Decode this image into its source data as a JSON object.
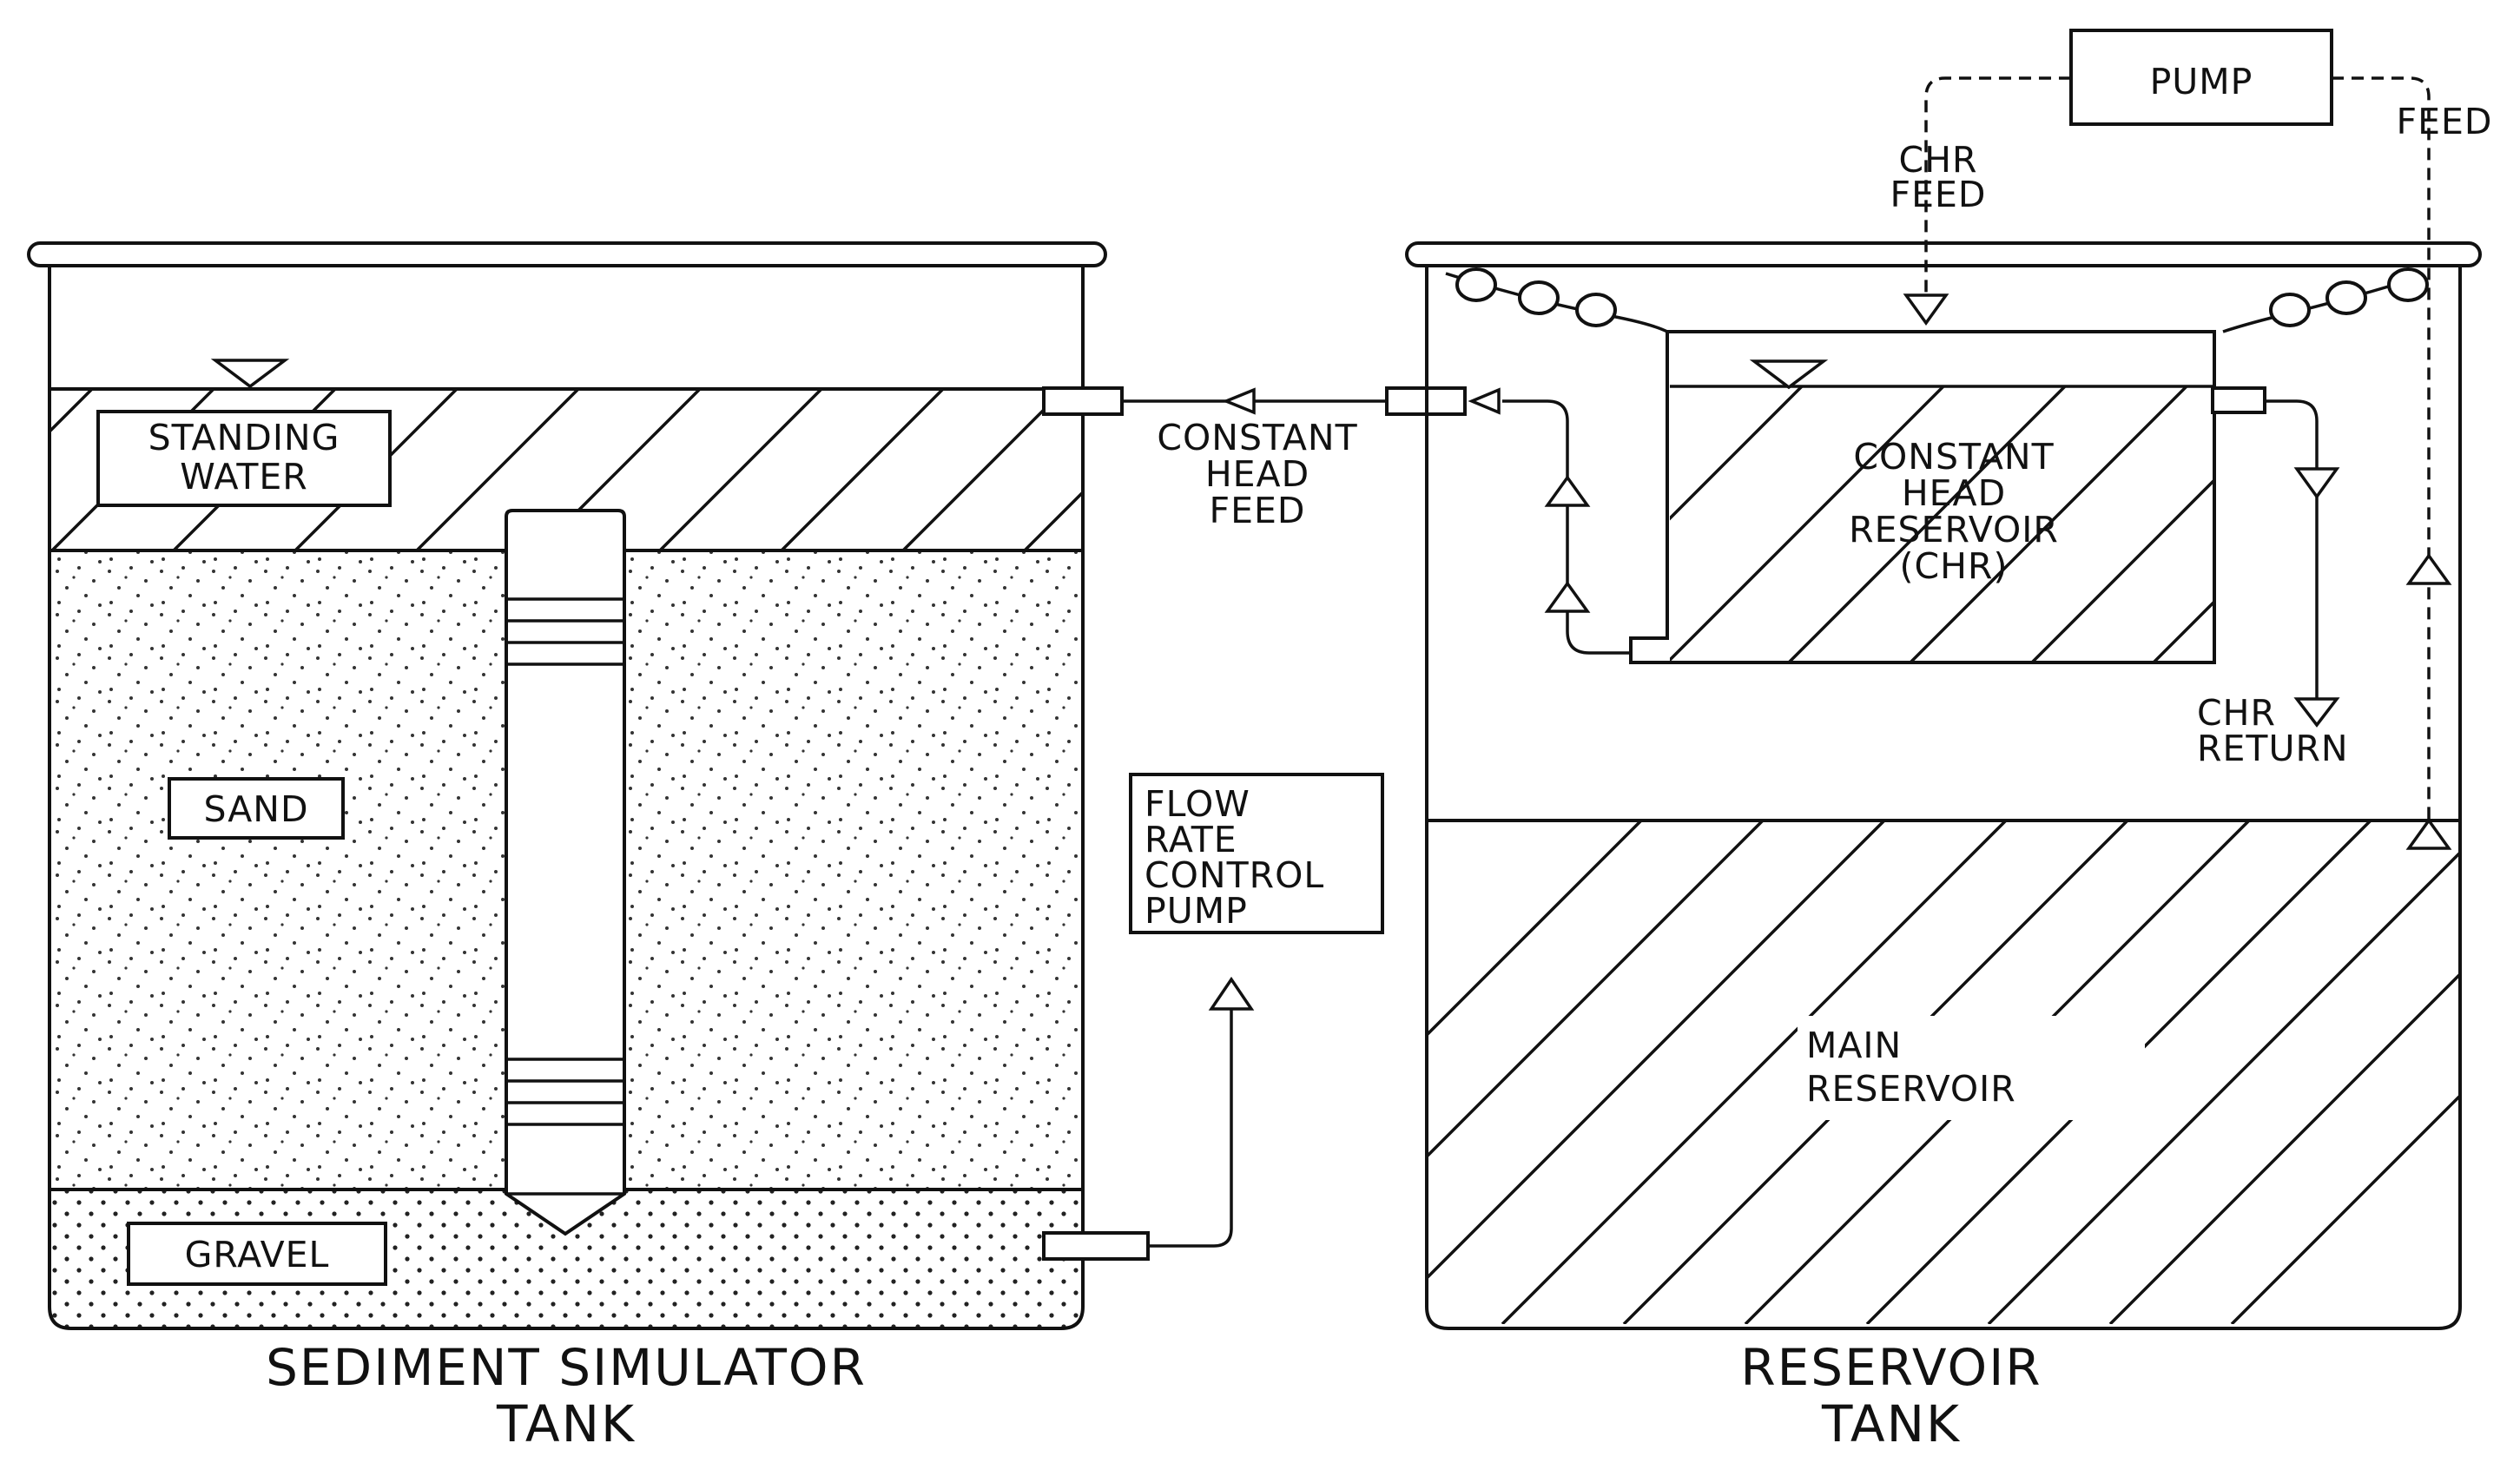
{
  "labels": {
    "standing_water": [
      "STANDING",
      "WATER"
    ],
    "sand": "SAND",
    "gravel": "GRAVEL",
    "constant_head_feed": [
      "CONSTANT",
      "HEAD",
      "FEED"
    ],
    "flow_rate_control_pump": [
      "FLOW",
      "RATE",
      "CONTROL",
      "PUMP"
    ],
    "pump": "PUMP",
    "chr_feed": [
      "CHR",
      "FEED"
    ],
    "feed": "FEED",
    "constant_head_reservoir": [
      "CONSTANT",
      "HEAD",
      "RESERVOIR",
      "(CHR)"
    ],
    "chr_return": [
      "CHR",
      "RETURN"
    ],
    "main_reservoir": [
      "MAIN",
      "RESERVOIR"
    ],
    "sediment_tank_caption": [
      "SEDIMENT SIMULATOR",
      "TANK"
    ],
    "reservoir_tank_caption": [
      "RESERVOIR",
      "TANK"
    ]
  }
}
